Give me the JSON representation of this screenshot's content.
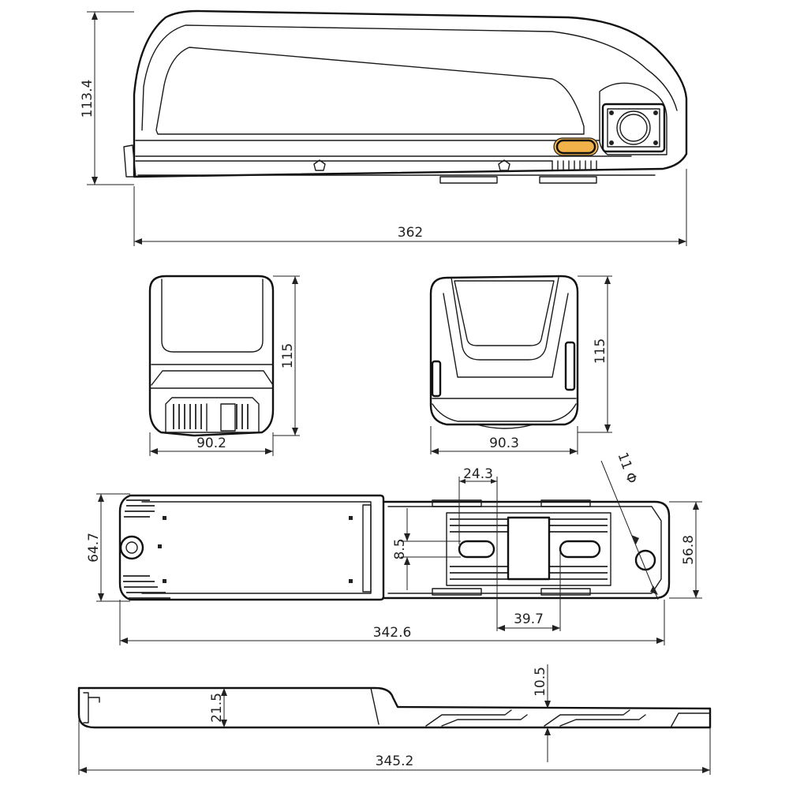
{
  "dimensions": {
    "side_height": "113.4",
    "side_length": "362",
    "end_a_height": "115",
    "end_a_width": "90.2",
    "end_b_height": "115",
    "end_b_width": "90.3",
    "slot_spacing": "24.3",
    "hole_diameter": "11 Φ",
    "body_width": "64.7",
    "slot_height": "8.5",
    "rail_width": "56.8",
    "slot_offset": "39.7",
    "mount_length": "342.6",
    "base_thickness": "21.5",
    "rail_thickness": "10.5",
    "total_length": "345.2"
  }
}
